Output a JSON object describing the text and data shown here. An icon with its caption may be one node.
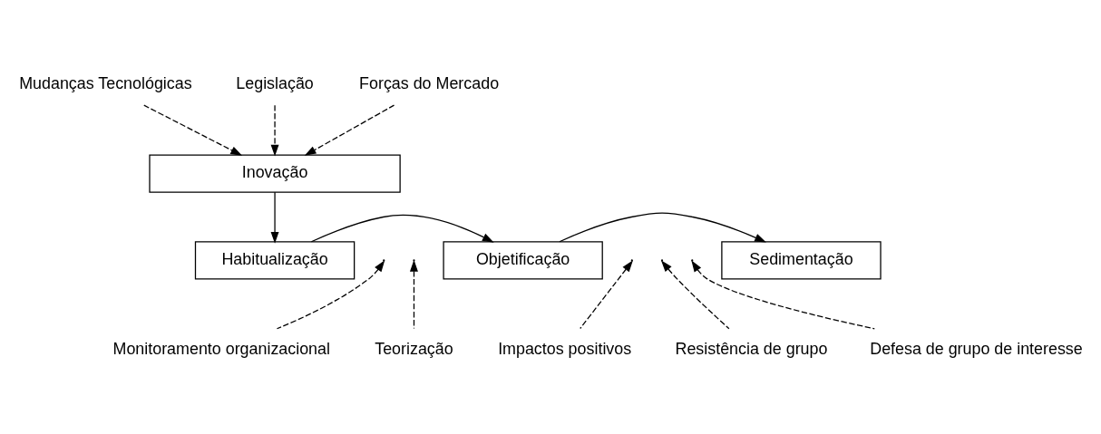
{
  "diagram": {
    "nodes": [
      {
        "text": [
          "Mudanças Tecnológicas"
        ]
      },
      {
        "text": [
          "Legislação"
        ]
      },
      {
        "text": [
          "Forças do Mercado"
        ]
      },
      {
        "text": [
          "Inovação"
        ]
      },
      {
        "text": [
          "Habitualização"
        ]
      },
      {
        "text": [
          "Objetificação"
        ]
      },
      {
        "text": [
          "Sedimentação"
        ]
      },
      {
        "text": [
          "Monitoramento organizacional"
        ]
      },
      {
        "text": [
          "Teorização"
        ]
      },
      {
        "text": [
          "Impactos positivos"
        ]
      },
      {
        "text": [
          "Resistência de grupo"
        ]
      },
      {
        "text": [
          "Defesa de grupo de interesse"
        ]
      }
    ],
    "edges": [
      {
        "from": 0,
        "to": 3,
        "arrow": "to",
        "style": "dashed"
      },
      {
        "from": 1,
        "to": 3,
        "arrow": "to",
        "style": "dashed"
      },
      {
        "from": 2,
        "to": 3,
        "arrow": "to",
        "style": "dashed"
      },
      {
        "from": 3,
        "to": 4,
        "arrow": "to"
      },
      {
        "from": 4,
        "to": 5,
        "arrow": "to"
      },
      {
        "from": 5,
        "to": 6,
        "arrow": "to"
      },
      {
        "from": 7,
        "to": null,
        "arrow": "to",
        "style": "dashed"
      },
      {
        "from": 8,
        "to": null,
        "arrow": "to",
        "style": "dashed"
      },
      {
        "from": 9,
        "to": null,
        "arrow": "to",
        "style": "dashed"
      },
      {
        "from": 10,
        "to": null,
        "arrow": "to",
        "style": "dashed"
      },
      {
        "from": 11,
        "to": null,
        "arrow": "to",
        "style": "dashed"
      }
    ]
  }
}
